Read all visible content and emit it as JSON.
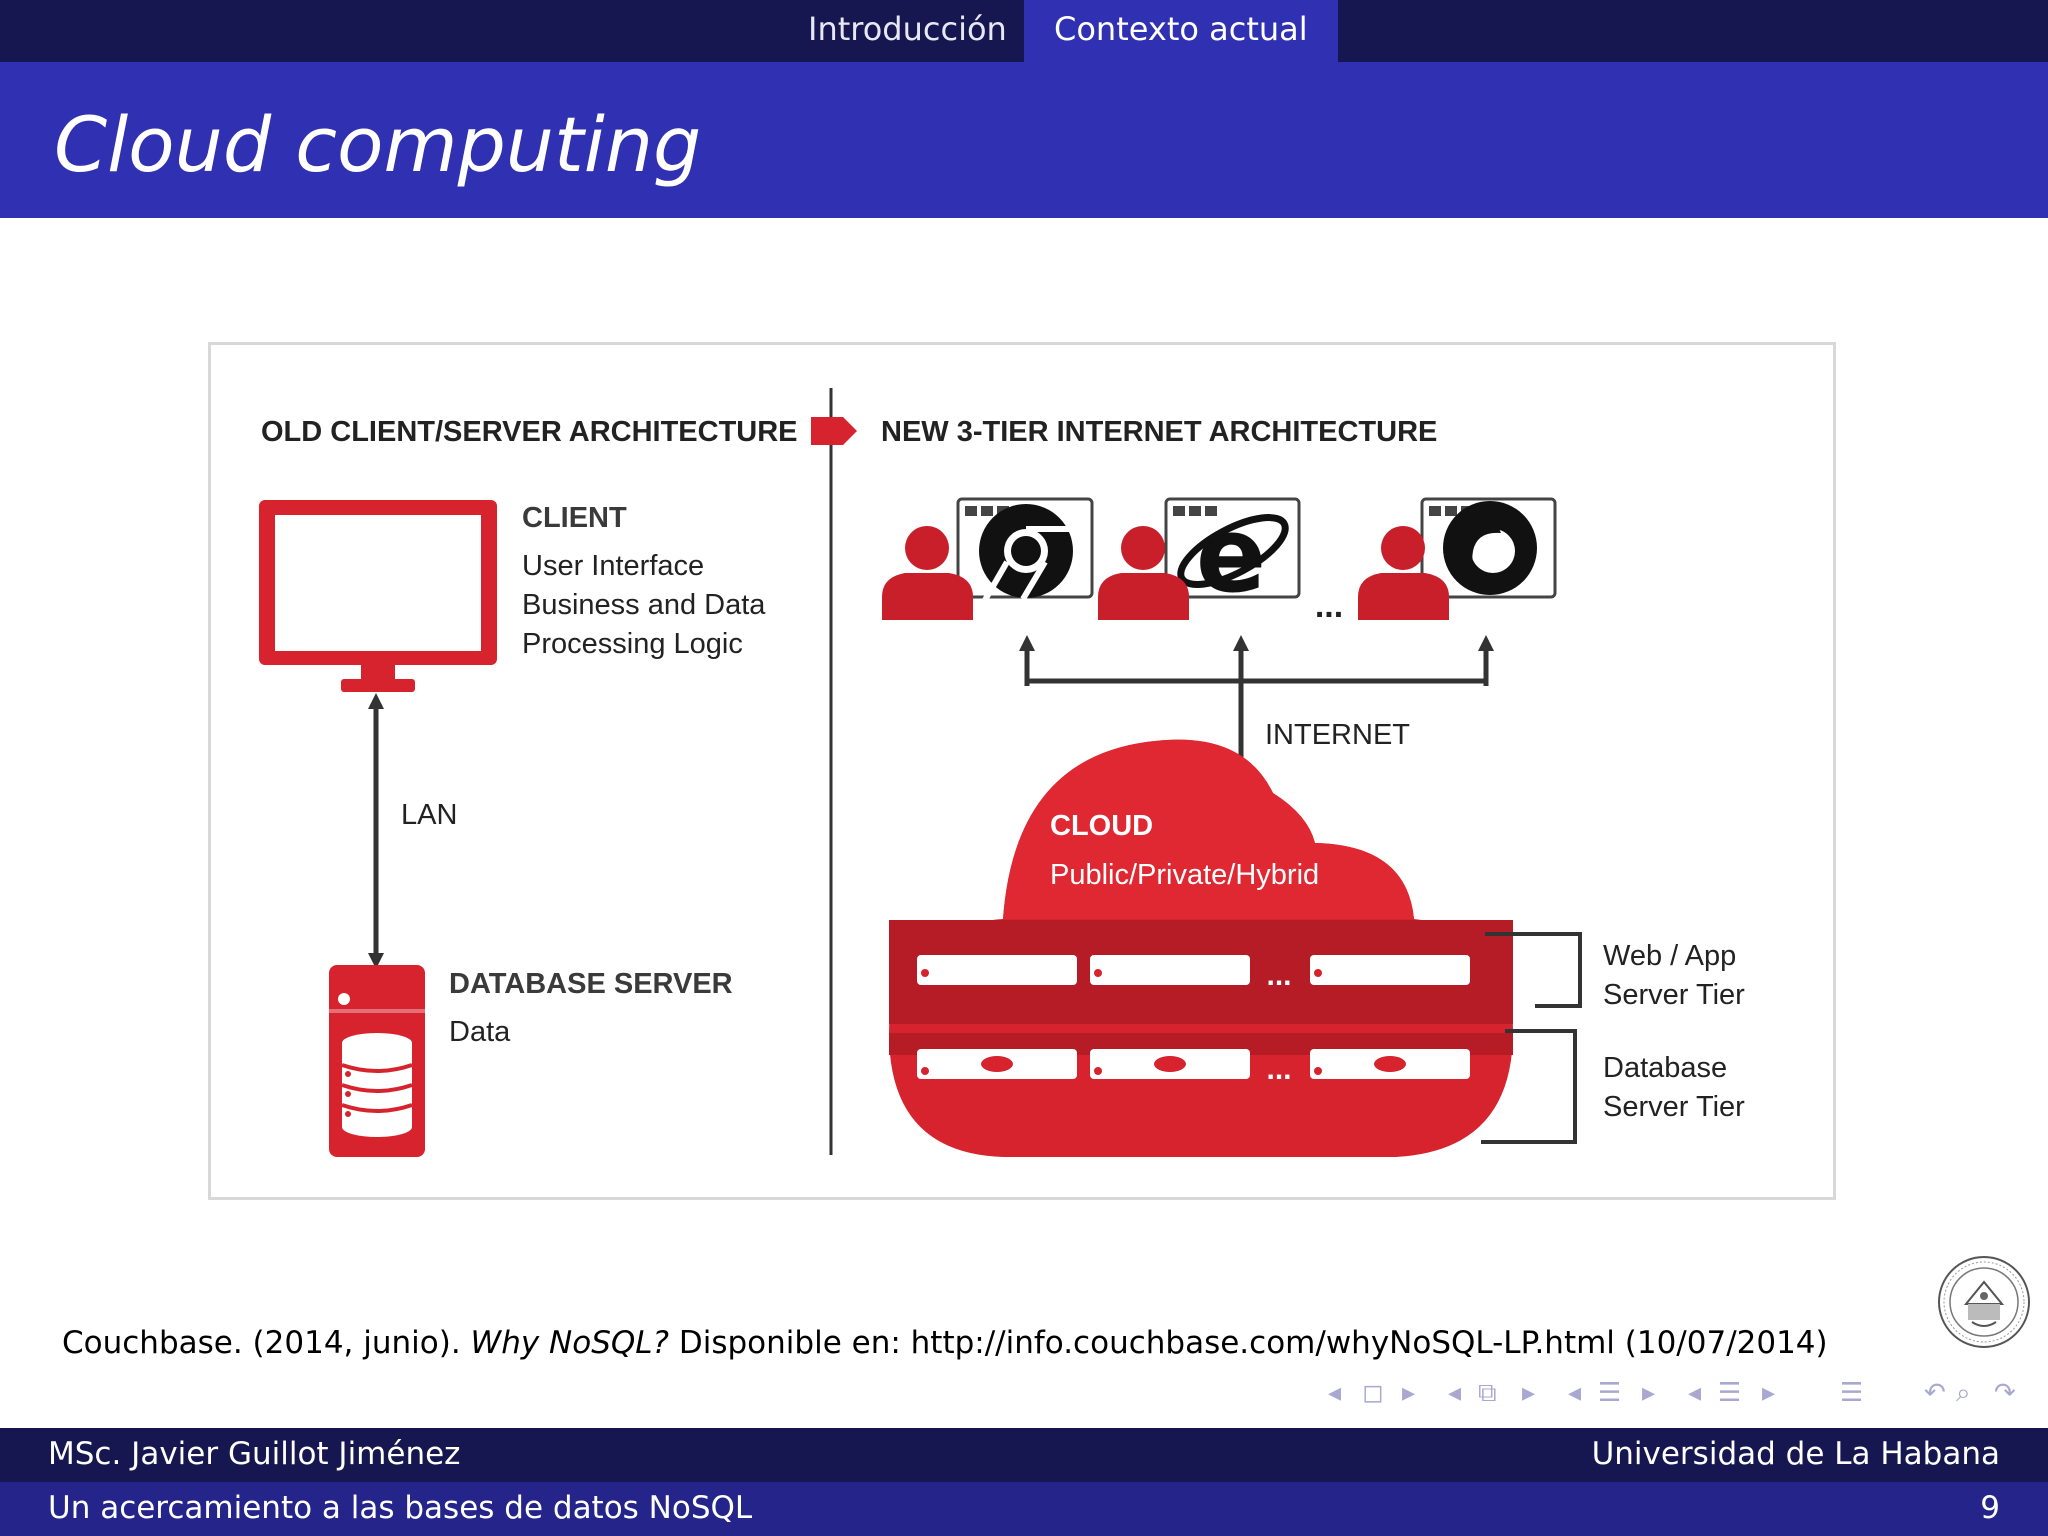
{
  "nav": {
    "items": [
      {
        "label": "Introducción"
      },
      {
        "label": "Contexto actual"
      }
    ]
  },
  "slide": {
    "title": "Cloud computing",
    "citation": {
      "pre": "Couchbase. (2014, junio). ",
      "title": "Why NoSQL?",
      "post": " Disponible en: http://info.couchbase.com/whyNoSQL-LP.html (10/07/2014)"
    }
  },
  "diagram": {
    "old_heading": "OLD CLIENT/SERVER ARCHITECTURE",
    "new_heading": "NEW 3-TIER INTERNET ARCHITECTURE",
    "client": {
      "title": "CLIENT",
      "lines": [
        "User Interface",
        "Business and Data",
        "Processing Logic"
      ]
    },
    "lan_label": "LAN",
    "db_server": {
      "title": "DATABASE SERVER",
      "line": "Data"
    },
    "internet_label": "INTERNET",
    "cloud": {
      "title": "CLOUD",
      "subtitle": "Public/Private/Hybrid"
    },
    "ellipsis": "...",
    "tiers": {
      "web_app": [
        "Web / App",
        "Server Tier"
      ],
      "database": [
        "Database",
        "Server Tier"
      ]
    },
    "colors": {
      "red": "#d7232e",
      "dark": "#333333"
    }
  },
  "footer": {
    "author": "MSc. Javier Guillot Jiménez",
    "institution": "Universidad de La Habana",
    "talk": "Un acercamiento a las bases de datos NoSQL",
    "page": "9"
  }
}
